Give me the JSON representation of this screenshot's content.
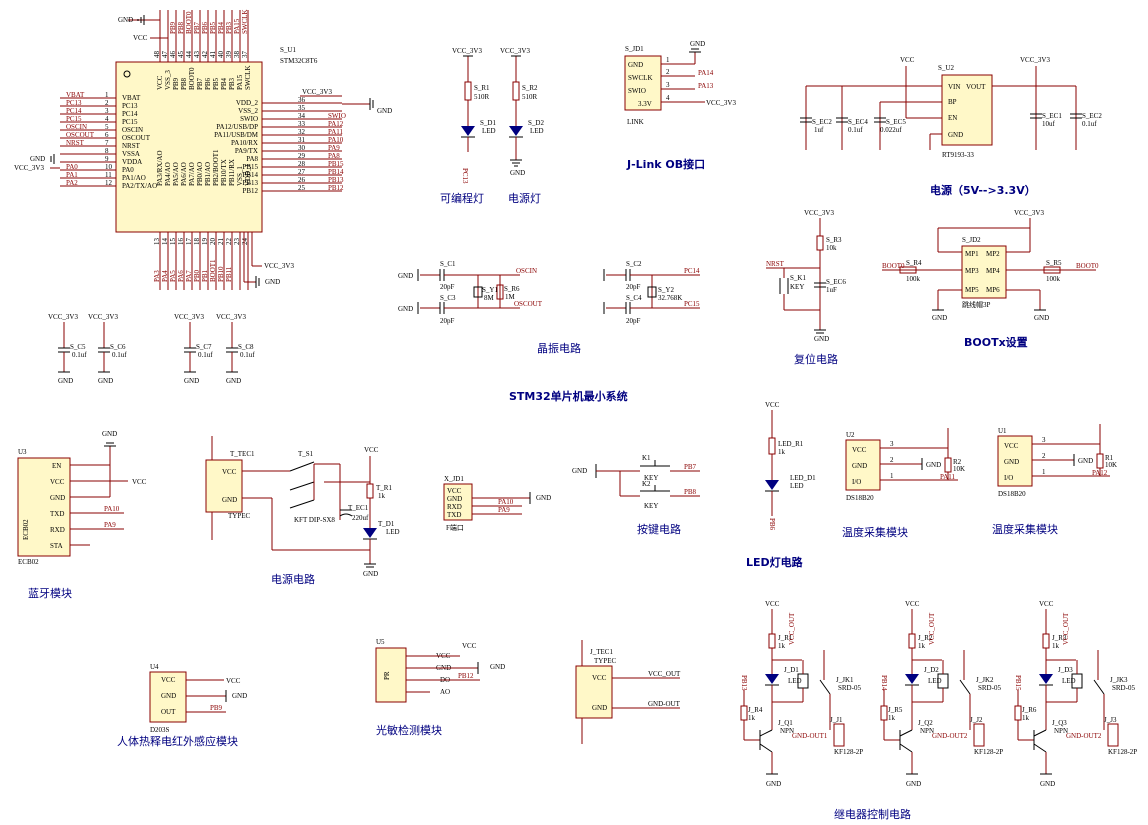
{
  "captions": {
    "programmable_led": "可编程灯",
    "power_led": "电源灯",
    "jlink": "J-Link OB接口",
    "power": "电源（5V-->3.3V）",
    "crystal": "晶振电路",
    "reset": "复位电路",
    "boot": "BOOTx设置",
    "minimal_system": "STM32单片机最小系统",
    "bluetooth": "蓝牙模块",
    "power_circuit": "电源电路",
    "key_circuit": "按键电路",
    "led_circuit": "LED灯电路",
    "temp1": "温度采集模块",
    "temp2": "温度采集模块",
    "pir": "人体热释电红外感应模块",
    "light": "光敏检测模块",
    "relay": "继电器控制电路"
  },
  "mcu": {
    "ref": "S_U1",
    "part": "STM32C8T6",
    "left_pins": [
      {
        "num": "1",
        "name": "VBAT",
        "net": "VBAT"
      },
      {
        "num": "2",
        "name": "PC13",
        "net": "PC13"
      },
      {
        "num": "3",
        "name": "PC14",
        "net": "PC14"
      },
      {
        "num": "4",
        "name": "PC15",
        "net": "PC15"
      },
      {
        "num": "5",
        "name": "OSCIN",
        "net": "OSCIN"
      },
      {
        "num": "6",
        "name": "OSCOUT",
        "net": "OSCOUT"
      },
      {
        "num": "7",
        "name": "NRST",
        "net": "NRST"
      },
      {
        "num": "8",
        "name": "VSSA",
        "net": "GND"
      },
      {
        "num": "9",
        "name": "VDDA",
        "net": "VCC_3V3"
      },
      {
        "num": "10",
        "name": "PA0",
        "net": "PA0"
      },
      {
        "num": "11",
        "name": "PA1/AO",
        "net": "PA1"
      },
      {
        "num": "12",
        "name": "PA2/TX/AO",
        "net": "PA2"
      }
    ],
    "right_pins": [
      {
        "num": "36",
        "name": "VDD_2",
        "net": "VCC_3V3"
      },
      {
        "num": "35",
        "name": "VSS_2",
        "net": "GND"
      },
      {
        "num": "34",
        "name": "SWIO",
        "net": "SWIO"
      },
      {
        "num": "33",
        "name": "PA12/USB/DP",
        "net": "PA12"
      },
      {
        "num": "32",
        "name": "PA11/USB/DM",
        "net": "PA11"
      },
      {
        "num": "31",
        "name": "PA10/RX",
        "net": "PA10"
      },
      {
        "num": "30",
        "name": "PA9/TX",
        "net": "PA9"
      },
      {
        "num": "29",
        "name": "PA8",
        "net": "PA8"
      },
      {
        "num": "28",
        "name": "PB15",
        "net": "PB15"
      },
      {
        "num": "27",
        "name": "PB14",
        "net": "PB14"
      },
      {
        "num": "26",
        "name": "PB13",
        "net": "PB13"
      },
      {
        "num": "25",
        "name": "PB12",
        "net": "PB12"
      }
    ],
    "top_pins": [
      "VCC",
      "VSS_3",
      "PB9",
      "PB8",
      "BOOT0",
      "PB7",
      "PB6",
      "PB5",
      "PB4",
      "PB3",
      "PA15",
      "SWCLK"
    ],
    "top_nums": [
      "48",
      "47",
      "46",
      "45",
      "44",
      "43",
      "42",
      "41",
      "40",
      "39",
      "38",
      "37"
    ],
    "top_nets": [
      "",
      "",
      "PB9",
      "PB8",
      "BOOT0",
      "PB7",
      "PB6",
      "PB5",
      "PB4",
      "PB3",
      "PA15",
      "SWCLK"
    ],
    "bottom_pins": [
      "PA3/RX/AO",
      "PA4/AO",
      "PA5/AO",
      "PA6/AO",
      "PA7/AO",
      "PB0/AO",
      "PB1/AO",
      "PB2/BOOT1",
      "PB10/TX",
      "PB11/RX",
      "VSS_1",
      "VDD_1"
    ],
    "bottom_nums": [
      "13",
      "14",
      "15",
      "16",
      "17",
      "18",
      "19",
      "20",
      "21",
      "22",
      "23",
      "24"
    ],
    "bottom_nets": [
      "PA3",
      "PA4",
      "PA5",
      "PA6",
      "PA7",
      "PB0",
      "PB1",
      "BOOT1",
      "PB10",
      "PB11",
      "",
      ""
    ],
    "gnd": "GND",
    "vcc": "VCC",
    "vcc3": "VCC_3V3"
  },
  "decoupling": [
    {
      "ref": "S_C5",
      "val": "0.1uf"
    },
    {
      "ref": "S_C6",
      "val": "0.1uf"
    },
    {
      "ref": "S_C7",
      "val": "0.1uf"
    },
    {
      "ref": "S_C8",
      "val": "0.1uf"
    }
  ],
  "leds_top": {
    "r1": "S_R1",
    "r1v": "510R",
    "d1": "S_D1",
    "led": "LED",
    "pc13": "PC13",
    "r2": "S_R2",
    "r2v": "510R",
    "d2": "S_D2"
  },
  "jlink": {
    "ref": "S_JD1",
    "pins": [
      "GND",
      "SWCLK",
      "SWIO",
      "3.3V"
    ],
    "nets": [
      "GND",
      "PA14",
      "PA13",
      "VCC_3V3"
    ],
    "name": "LINK"
  },
  "regulator": {
    "ref": "S_U2",
    "part": "RT9193-33",
    "pins": [
      "VIN",
      "BP",
      "EN",
      "GND",
      "VOUT"
    ],
    "caps": [
      {
        "ref": "S_EC2",
        "val": "1uf"
      },
      {
        "ref": "S_EC4",
        "val": "0.1uf"
      },
      {
        "ref": "S_EC5",
        "val": "0.022uf"
      },
      {
        "ref": "S_EC1",
        "val": "10uf"
      },
      {
        "ref": "S_EC2",
        "val": "0.1uf"
      }
    ]
  },
  "crystal": {
    "c1": "S_C1",
    "c3": "S_C3",
    "c2": "S_C2",
    "c4": "S_C4",
    "cv": "20pF",
    "y1": "S_Y1",
    "y1v": "8M",
    "r6": "S_R6",
    "r6v": "1M",
    "y2": "S_Y2",
    "y2v": "32.768K",
    "oscin": "OSCIN",
    "oscout": "OSCOUT",
    "pc14": "PC14",
    "pc15": "PC15"
  },
  "reset": {
    "r3": "S_R3",
    "r3v": "10k",
    "k1": "S_K1",
    "key": "KEY",
    "ec6": "S_EC6",
    "ec6v": "1uF",
    "nrst": "NRST"
  },
  "boot": {
    "ref": "S_JD2",
    "pins": [
      "MP1",
      "MP2",
      "MP3",
      "MP4",
      "MP5",
      "MP6"
    ],
    "part": "跳线帽3P",
    "r4": "S_R4",
    "r4v": "100k",
    "r5": "S_R5",
    "r5v": "100k",
    "boot0": "BOOT0"
  },
  "bt": {
    "ref": "U3",
    "part": "ECB02",
    "pins": [
      "EN",
      "VCC",
      "GND",
      "TXD",
      "RXD",
      "STA"
    ],
    "nets": [
      "",
      "VCC",
      "",
      "PA10",
      "PA9",
      ""
    ]
  },
  "power_circuit": {
    "tec": "T_TEC1",
    "typec": "TYPEC",
    "s1": "T_S1",
    "sw": "KFT DIP-SX8",
    "ec": "T_EC1",
    "ecv": "220uf",
    "r1": "T_R1",
    "r1v": "1k",
    "d1": "T_D1",
    "led": "LED",
    "vcc": "VCC",
    "gnd": "GND"
  },
  "xjd": {
    "ref": "X_JD1",
    "pins": [
      "VCC",
      "GND",
      "RXD",
      "TXD"
    ],
    "nets": [
      "",
      "",
      "PA10",
      "PA9"
    ],
    "name": "F端口"
  },
  "keys": {
    "k1": "K1",
    "k2": "K2",
    "key": "KEY",
    "pb7": "PB7",
    "pb8": "PB8"
  },
  "led_circuit": {
    "r": "LED_R1",
    "rv": "1k",
    "d": "LED_D1",
    "led": "LED",
    "net": "PB6"
  },
  "temp": [
    {
      "ref": "U2",
      "part": "DS18B20",
      "pins": [
        "VCC",
        "GND",
        "I/O"
      ],
      "r": "R2",
      "rv": "10K",
      "net": "PA11"
    },
    {
      "ref": "U1",
      "part": "DS18B20",
      "pins": [
        "VCC",
        "GND",
        "I/O"
      ],
      "r": "R1",
      "rv": "10K",
      "net": "PA12"
    }
  ],
  "pir": {
    "ref": "U4",
    "part": "D203S",
    "pins": [
      "VCC",
      "GND",
      "OUT"
    ],
    "net": "PB9"
  },
  "light": {
    "ref": "U5",
    "part": "PR",
    "pins": [
      "VCC",
      "GND",
      "DO",
      "AO"
    ],
    "net": "PB12"
  },
  "typec2": {
    "ref": "J_TEC1",
    "part": "TYPEC",
    "nets": [
      "VCC_OUT",
      "GND-OUT"
    ]
  },
  "relays": [
    {
      "r": "J_R1",
      "rv": "1k",
      "d": "J_D1",
      "jk": "J_JK1",
      "srd": "SRD-05",
      "r4": "J_R4",
      "q": "J_Q1",
      "npn": "NPN",
      "j": "J_J1",
      "kf": "KF128-2P",
      "net": "PB13",
      "gout": "GND-OUT1"
    },
    {
      "r": "J_R2",
      "rv": "1k",
      "d": "J_D2",
      "jk": "J_JK2",
      "srd": "SRD-05",
      "r4": "J_R5",
      "q": "J_Q2",
      "npn": "NPN",
      "j": "J_J2",
      "kf": "KF128-2P",
      "net": "PB14",
      "gout": "GND-OUT2"
    },
    {
      "r": "J_R3",
      "rv": "1k",
      "d": "J_D3",
      "jk": "J_JK3",
      "srd": "SRD-05",
      "r4": "J_R6",
      "q": "J_Q3",
      "npn": "NPN",
      "j": "J_J3",
      "kf": "KF128-2P",
      "net": "PB15",
      "gout": "GND-OUT2"
    }
  ],
  "common": {
    "gnd": "GND",
    "vcc": "VCC",
    "vcc3": "VCC_3V3",
    "vccout": "VCC_OUT",
    "led": "LED",
    "k1": "1k"
  }
}
